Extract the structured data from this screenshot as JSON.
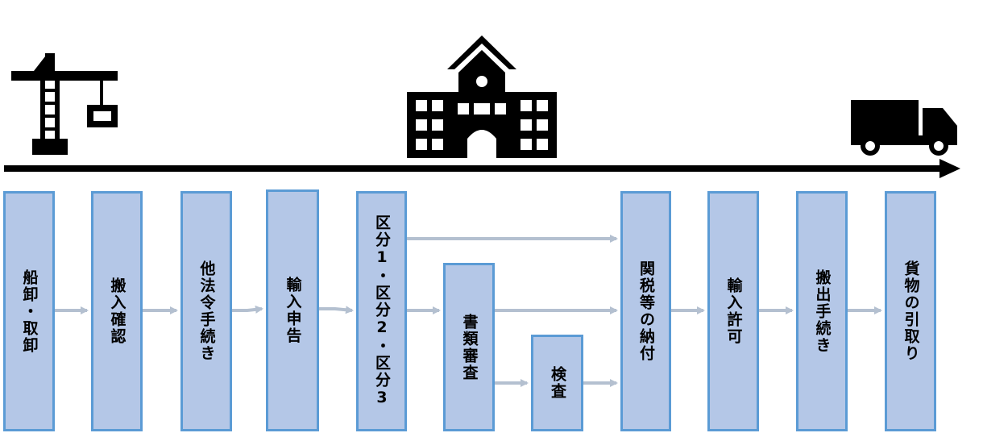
{
  "steps": [
    {
      "id": "unloading",
      "label": "船卸・取卸"
    },
    {
      "id": "import-confirmation",
      "label": "搬入確認"
    },
    {
      "id": "other-law-procedures",
      "label": "他法令手続き"
    },
    {
      "id": "import-declaration",
      "label": "輸入申告"
    },
    {
      "id": "classification",
      "label": "区分1・区分2・区分3"
    },
    {
      "id": "document-review",
      "label": "書類審査"
    },
    {
      "id": "inspection",
      "label": "検査"
    },
    {
      "id": "duty-payment",
      "label": "関税等の納付"
    },
    {
      "id": "import-permit",
      "label": "輸入許可"
    },
    {
      "id": "carry-out",
      "label": "搬出手続き"
    },
    {
      "id": "cargo-pickup",
      "label": "貨物の引取り"
    }
  ],
  "icons": [
    "crane-icon",
    "customs-building-icon",
    "truck-icon"
  ],
  "colors": {
    "box_fill": "#b4c7e7",
    "box_border": "#5b9bd5",
    "connector": "#b4c0d0",
    "timeline": "#000000"
  }
}
